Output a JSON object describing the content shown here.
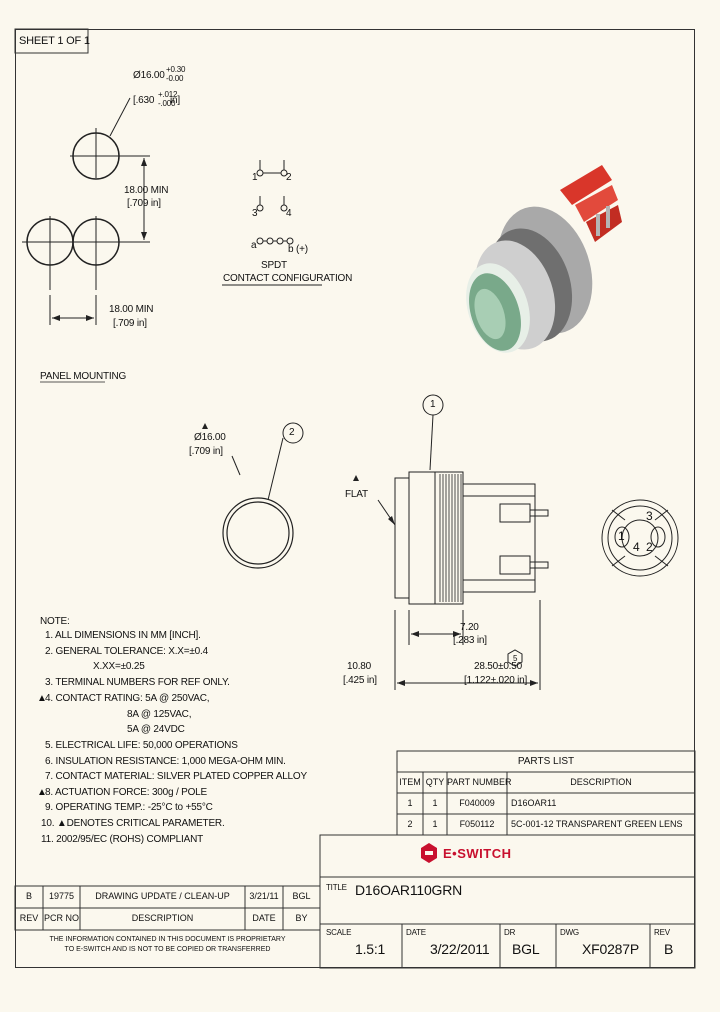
{
  "sheet_label": "SHEET 1 OF 1",
  "panel": {
    "dia_main": "Ø16.00",
    "tol_plus": "+0.30",
    "tol_minus": "-0.00",
    "dia_inch": "[.630",
    "inch_tol_plus": "+.012",
    "inch_tol_minus": "-.000",
    "inch_close": "in]",
    "vert_dim_mm": "18.00 MIN",
    "vert_dim_in": "[.709 in]",
    "horiz_dim_mm": "18.00 MIN",
    "horiz_dim_in": "[.709 in]",
    "title": "PANEL MOUNTING"
  },
  "contact": {
    "n1": "1",
    "n2": "2",
    "n3": "3",
    "n4": "4",
    "a": "a",
    "b": "b (+)",
    "type": "SPDT",
    "title": "CONTACT CONFIGURATION"
  },
  "ring": {
    "dia": "Ø16.00",
    "dia_in": "[.709 in]",
    "balloon": "2"
  },
  "side": {
    "balloon": "1",
    "flat": "FLAT",
    "dim1_mm": "7.20",
    "dim1_in": "[.283 in]",
    "dim2_mm": "10.80",
    "dim2_in": "[.425 in]",
    "dim3_mm": "28.50±0.50",
    "dim3_in": "[1.122±.020 in]",
    "hex": "5"
  },
  "end_view": {
    "l1": "1",
    "l3": "3",
    "l4": "4",
    "l2": "2"
  },
  "notes": [
    "NOTE:",
    "1. ALL DIMENSIONS IN MM [INCH].",
    "2. GENERAL TOLERANCE: X.X=±0.4",
    "X.XX=±0.25",
    "3. TERMINAL NUMBERS FOR REF ONLY.",
    "4. CONTACT RATING: 5A @ 250VAC,",
    "8A @ 125VAC,",
    "5A @ 24VDC",
    "5. ELECTRICAL LIFE: 50,000 OPERATIONS",
    "6. INSULATION RESISTANCE: 1,000 MEGA-OHM MIN.",
    "7. CONTACT MATERIAL: SILVER PLATED COPPER ALLOY",
    "8. ACTUATION FORCE: 300g / POLE",
    "9. OPERATING TEMP.: -25°C to +55°C",
    "10. ▲DENOTES CRITICAL PARAMETER.",
    "11. 2002/95/EC (ROHS) COMPLIANT"
  ],
  "parts_list": {
    "title": "PARTS LIST",
    "headers": [
      "ITEM",
      "QTY",
      "PART NUMBER",
      "DESCRIPTION"
    ],
    "rows": [
      [
        "1",
        "1",
        "F040009",
        "D16OAR11"
      ],
      [
        "2",
        "1",
        "F050112",
        "5C-001-12 TRANSPARENT GREEN LENS"
      ]
    ]
  },
  "logo": {
    "text": "E•SWITCH",
    "brand_color": "#c8102e"
  },
  "title_block": {
    "title_label": "TITLE",
    "title": "D16OAR110GRN",
    "scale_label": "SCALE",
    "scale": "1.5:1",
    "date_label": "DATE",
    "date": "3/22/2011",
    "dr_label": "DR",
    "dr": "BGL",
    "dwg_label": "DWG",
    "dwg": "XF0287P",
    "rev_label": "REV",
    "rev": "B"
  },
  "revisions": {
    "row": [
      "B",
      "19775",
      "DRAWING UPDATE / CLEAN-UP",
      "3/21/11",
      "BGL"
    ],
    "headers": [
      "REV",
      "PCR NO",
      "DESCRIPTION",
      "DATE",
      "BY"
    ]
  },
  "proprietary": [
    "THE INFORMATION CONTAINED IN THIS DOCUMENT IS PROPRIETARY",
    "TO E-SWITCH AND IS NOT TO BE COPIED OR TRANSFERRED"
  ]
}
